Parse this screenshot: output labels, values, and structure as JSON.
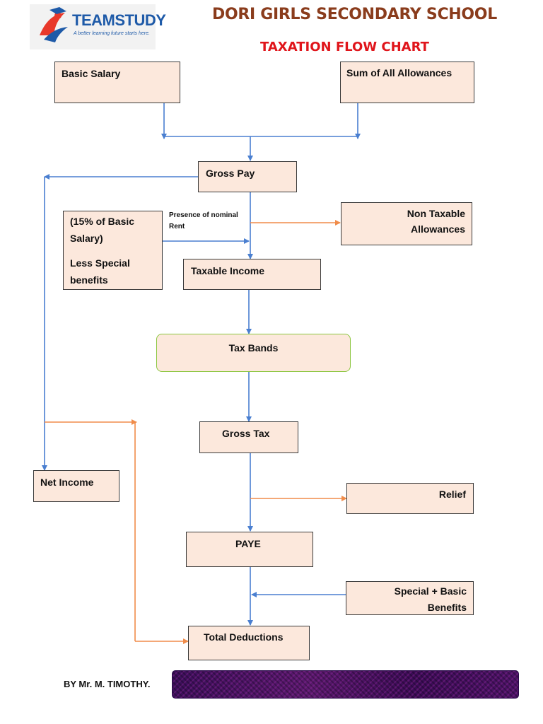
{
  "header": {
    "logo_text": "TEAMSTUDY",
    "logo_tagline": "A better learning future starts here.",
    "school_name": "DORI GIRLS SECONDARY SCHOOL",
    "chart_title": "TAXATION FLOW CHART"
  },
  "nodes": {
    "basic_salary": "Basic Salary",
    "allowances": "Sum of All Allowances",
    "gross_pay": "Gross Pay",
    "housing_line1": "(15% of Basic",
    "housing_line2": "Salary)",
    "housing_line3": "Less Special",
    "housing_line4": "benefits",
    "non_taxable_line1": "Non Taxable",
    "non_taxable_line2": "Allowances",
    "taxable_income": "Taxable Income",
    "tax_bands": "Tax Bands",
    "gross_tax": "Gross Tax",
    "net_income": "Net Income",
    "relief": "Relief",
    "paye": "PAYE",
    "special_line1": "Special + Basic",
    "special_line2": "Benefits",
    "total_deductions": "Total Deductions"
  },
  "notes": {
    "rent_line1": "Presence of nominal",
    "rent_line2": "Rent"
  },
  "footer": {
    "author": "BY Mr. M. TIMOTHY."
  },
  "colors": {
    "box_fill": "#fce8dc",
    "tax_bands_fill": "#fce8dc",
    "tax_bands_border": "#8cc63f",
    "blue_arrow": "#4a7fd0",
    "orange_arrow": "#f08c4a",
    "school_name": "#8a3c1c",
    "chart_title": "#e0151b"
  }
}
